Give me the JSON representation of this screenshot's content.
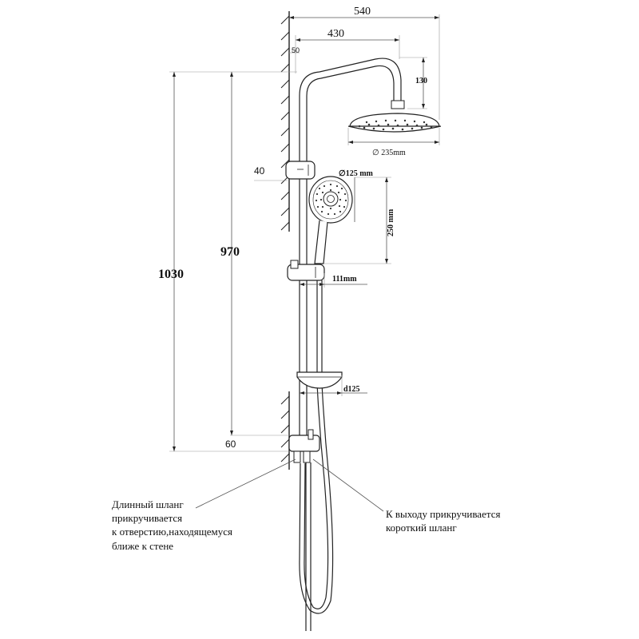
{
  "dimensions": {
    "total_width": "540",
    "rail_to_head": "430",
    "wall_offset_top": "50",
    "head_drop": "130",
    "head_diameter": "∅ 235mm",
    "holder_offset": "40",
    "hand_diameter": "∅125 mm",
    "hand_length": "250 mm",
    "rail_height": "970",
    "total_height": "1030",
    "holder_width": "111mm",
    "soap_dish": "d125",
    "mixer_offset": "60"
  },
  "notes": {
    "left_lines": [
      "Длинный шланг",
      "прикручивается",
      "к отверстию,находящемуся",
      "ближе к стене"
    ],
    "right_lines": [
      "К выходу прикручивается",
      "короткий шланг"
    ]
  }
}
